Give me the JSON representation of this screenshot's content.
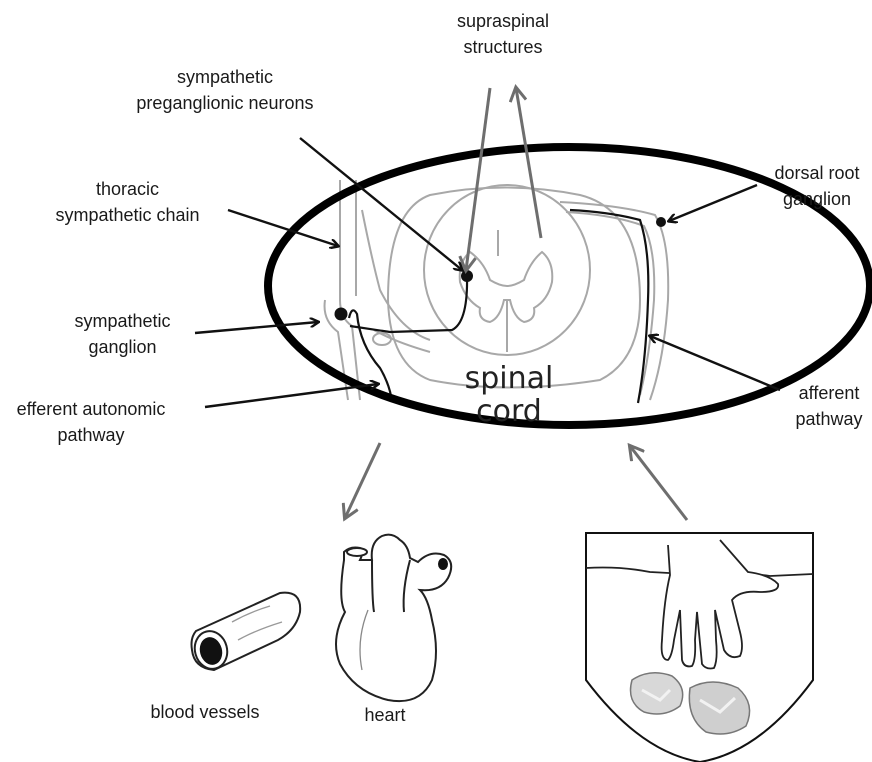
{
  "labels": {
    "supraspinal": [
      "supraspinal",
      "structures"
    ],
    "preganglionic": [
      "sympathetic",
      "preganglionic neurons"
    ],
    "thoracic_chain": [
      "thoracic",
      "sympathetic chain"
    ],
    "ganglion": [
      "sympathetic",
      "ganglion"
    ],
    "efferent": [
      "efferent autonomic",
      "pathway"
    ],
    "dorsal_root": [
      "dorsal root",
      "ganglion"
    ],
    "afferent": [
      "afferent",
      "pathway"
    ],
    "spinal_cord": [
      "spinal",
      "cord"
    ],
    "blood_vessels": "blood vessels",
    "heart": "heart"
  },
  "colors": {
    "black_arrow": "#111111",
    "gray_arrow": "#6e6e6e",
    "outline": "#000000",
    "faint": "#9a9a9a"
  },
  "icons": [
    "blood-vessel-icon",
    "heart-icon",
    "hand-in-ice-water-icon"
  ]
}
